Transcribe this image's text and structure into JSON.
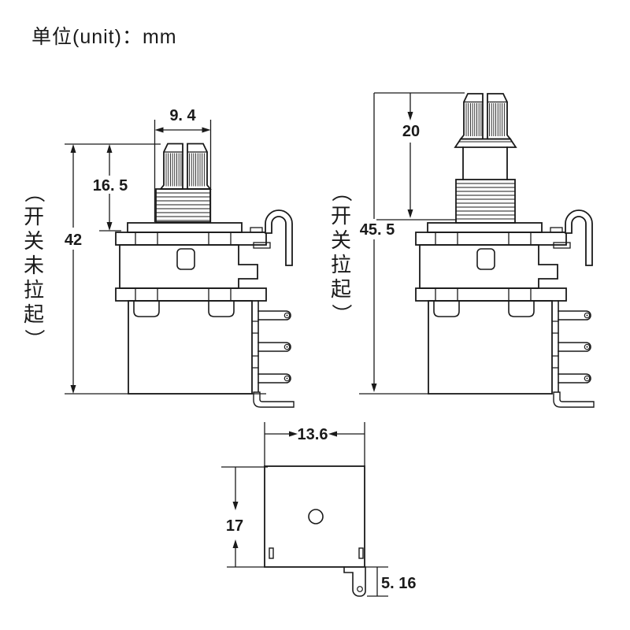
{
  "title": "单位(unit)：mm",
  "views": {
    "left": {
      "label": "（开关未拉起）",
      "dim_knob_width": "9. 4",
      "dim_shaft_height": "16. 5",
      "dim_total_height": "42"
    },
    "right": {
      "label": "（开关拉起）",
      "dim_pull_travel": "20",
      "dim_total_height": "45. 5"
    },
    "bottom": {
      "dim_width": "13.6",
      "dim_height": "17",
      "dim_tab": "5. 16"
    }
  },
  "colors": {
    "line": "#1a1a1a",
    "background": "#ffffff"
  }
}
